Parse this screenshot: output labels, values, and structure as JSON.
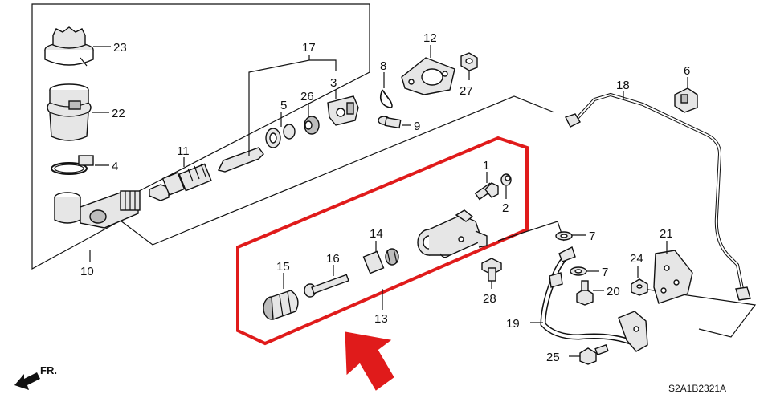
{
  "callouts": {
    "c1": "1",
    "c2": "2",
    "c3": "3",
    "c4": "4",
    "c5": "5",
    "c6": "6",
    "c7a": "7",
    "c7b": "7",
    "c8": "8",
    "c9": "9",
    "c10": "10",
    "c11": "11",
    "c12": "12",
    "c13": "13",
    "c14": "14",
    "c15": "15",
    "c16": "16",
    "c17": "17",
    "c18": "18",
    "c19": "19",
    "c20": "20",
    "c21": "21",
    "c22": "22",
    "c23": "23",
    "c24": "24",
    "c25": "25",
    "c26": "26",
    "c27": "27",
    "c28": "28"
  },
  "front_label": "FR.",
  "diagram_code": "S2A1B2321A",
  "colors": {
    "highlight": "#e01b1b",
    "line": "#111111"
  },
  "icons": {
    "front_arrow": "arrow-left-icon",
    "pointer": "arrow-up-icon"
  }
}
